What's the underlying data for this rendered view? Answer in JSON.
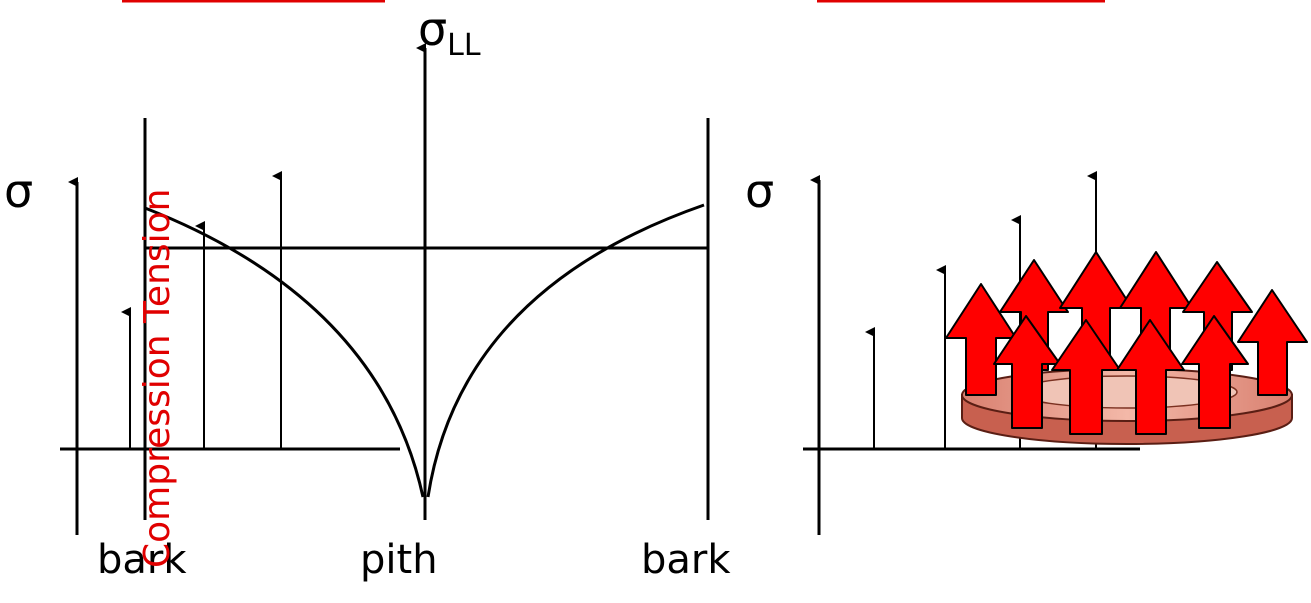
{
  "labels": {
    "sigma_ll_main": "σ",
    "sigma_ll_sub": "LL",
    "sigma_left": "σ",
    "sigma_right": "σ",
    "bark_left": "bark",
    "pith": "pith",
    "bark_right": "bark",
    "compression": "Compression",
    "tension": "Tension"
  },
  "colors": {
    "ink": "#000000",
    "accent": "#e00000",
    "arrow_fill": "#ff0000",
    "ring_fill": "#e9a08f"
  }
}
